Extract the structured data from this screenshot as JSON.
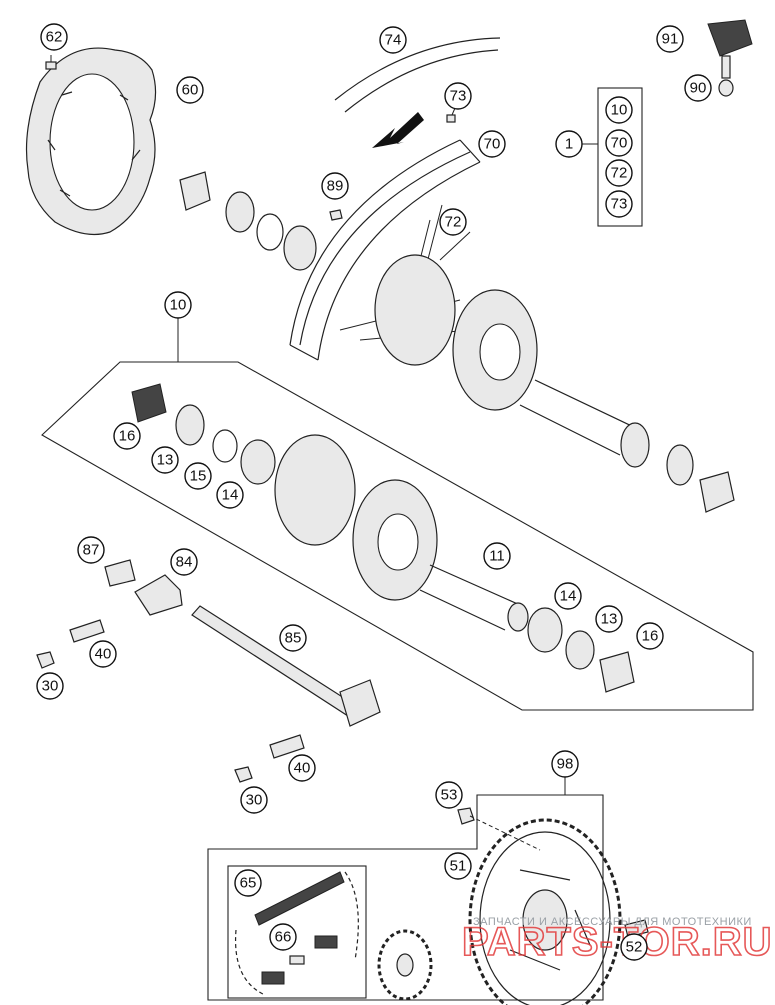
{
  "callouts": [
    {
      "id": "c62",
      "label": "62"
    },
    {
      "id": "c60",
      "label": "60"
    },
    {
      "id": "c74",
      "label": "74"
    },
    {
      "id": "c73a",
      "label": "73"
    },
    {
      "id": "c70a",
      "label": "70"
    },
    {
      "id": "c89",
      "label": "89"
    },
    {
      "id": "c72a",
      "label": "72"
    },
    {
      "id": "c91",
      "label": "91"
    },
    {
      "id": "c90",
      "label": "90"
    },
    {
      "id": "c1",
      "label": "1"
    },
    {
      "id": "c10b",
      "label": "10"
    },
    {
      "id": "c70b",
      "label": "70"
    },
    {
      "id": "c72b",
      "label": "72"
    },
    {
      "id": "c73b",
      "label": "73"
    },
    {
      "id": "c10",
      "label": "10"
    },
    {
      "id": "c16a",
      "label": "16"
    },
    {
      "id": "c13a",
      "label": "13"
    },
    {
      "id": "c15",
      "label": "15"
    },
    {
      "id": "c14a",
      "label": "14"
    },
    {
      "id": "c11",
      "label": "11"
    },
    {
      "id": "c14b",
      "label": "14"
    },
    {
      "id": "c13b",
      "label": "13"
    },
    {
      "id": "c16b",
      "label": "16"
    },
    {
      "id": "c87",
      "label": "87"
    },
    {
      "id": "c84",
      "label": "84"
    },
    {
      "id": "c85",
      "label": "85"
    },
    {
      "id": "c40a",
      "label": "40"
    },
    {
      "id": "c30a",
      "label": "30"
    },
    {
      "id": "c40b",
      "label": "40"
    },
    {
      "id": "c30b",
      "label": "30"
    },
    {
      "id": "c98",
      "label": "98"
    },
    {
      "id": "c53",
      "label": "53"
    },
    {
      "id": "c51",
      "label": "51"
    },
    {
      "id": "c65",
      "label": "65"
    },
    {
      "id": "c66",
      "label": "66"
    },
    {
      "id": "c52",
      "label": "52"
    }
  ],
  "watermark": {
    "caption": "ЗАПЧАСТИ И АКСЕССУАРЫ ДЛЯ МОТОТЕХНИКИ",
    "brand": "PARTS-TOR.RU"
  }
}
